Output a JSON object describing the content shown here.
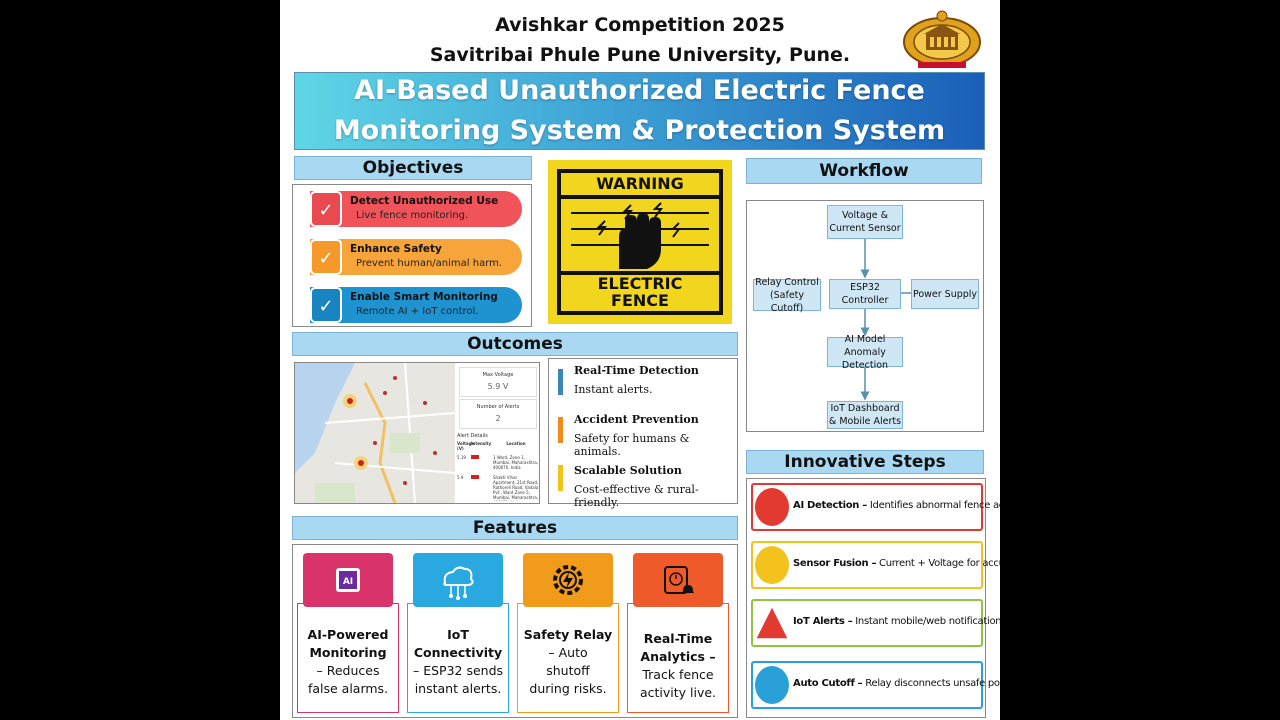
{
  "header": {
    "line1": "Avishkar Competition 2025",
    "line2": "Savitribai Phule Pune University, Pune."
  },
  "logo_icon": "university-seal-icon",
  "title": {
    "line1": "AI-Based Unauthorized Electric Fence",
    "line2": "Monitoring System & Protection System"
  },
  "objectives": {
    "heading": "Objectives",
    "items": [
      {
        "title": "Detect Unauthorized Use",
        "subtitle": "Live fence monitoring.",
        "color": "#f0545a",
        "check_color": "#e84a50"
      },
      {
        "title": "Enhance Safety",
        "subtitle": "Prevent human/animal harm.",
        "color": "#f7a43a",
        "check_color": "#f59a2a"
      },
      {
        "title": "Enable Smart Monitoring",
        "subtitle": "Remote AI + IoT control.",
        "color": "#1e93cf",
        "check_color": "#1884c0"
      }
    ]
  },
  "warning_sign": {
    "top": "WARNING",
    "bottom1": "ELECTRIC",
    "bottom2": "FENCE",
    "bg": "#f2d61e"
  },
  "workflow": {
    "heading": "Workflow",
    "nodes": {
      "sensor": "Voltage & Current Sensor",
      "controller": "ESP32 Controller",
      "relay": "Relay Control (Safety Cutoff)",
      "power": "Power Supply",
      "ai": "AI Model Anomaly Detection",
      "dashboard": "IoT Dashboard & Mobile Alerts"
    }
  },
  "outcomes": {
    "heading": "Outcomes",
    "dashboard": {
      "max_voltage_label": "Max Voltage",
      "max_voltage_value": "5.9 V",
      "alerts_label": "Number of Alerts",
      "alerts_value": "2",
      "details_label": "Alert Details",
      "col_voltage": "Voltage (V)",
      "col_intensity": "Intensity",
      "col_location": "Location",
      "rows": [
        {
          "voltage": "5.19",
          "location": "1 Ward, Zone 1, Mumbai, Maharashtra, 400070, India"
        },
        {
          "voltage": "5.9",
          "location": "Shakti Vihar Apartment, 21st Road, Rathoreli Road, Vadala Pvt., Ward Zone 5, Mumbai, Maharashtra, 400031, India"
        }
      ]
    },
    "items": [
      {
        "title": "Real-Time Detection",
        "subtitle": "Instant alerts.",
        "color": "#3a86b5"
      },
      {
        "title": "Accident Prevention",
        "subtitle": "Safety for humans & animals.",
        "color": "#f08a1c"
      },
      {
        "title": "Scalable Solution",
        "subtitle": "Cost-effective & rural-friendly.",
        "color": "#f2c318"
      }
    ]
  },
  "features": {
    "heading": "Features",
    "cards": [
      {
        "icon": "ai-chip-icon",
        "line1": "AI-Powered",
        "line2": "Monitoring",
        "line3": "– Reduces",
        "line4": "false alarms.",
        "color": "#d8336a"
      },
      {
        "icon": "cloud-network-icon",
        "line1": "IoT",
        "line2": "Connectivity",
        "line3": "– ESP32 sends",
        "line4": "instant alerts.",
        "color": "#2aa8e0"
      },
      {
        "icon": "gear-bolt-icon",
        "line1": "Safety Relay",
        "line2": "– Auto",
        "line3": "shutoff",
        "line4": "during risks.",
        "color": "#f29b1a"
      },
      {
        "icon": "timer-bell-icon",
        "line1": "Real-Time",
        "line2": "Analytics –",
        "line3": "Track fence",
        "line4": "activity live.",
        "color": "#ef5a2a"
      }
    ]
  },
  "innovative": {
    "heading": "Innovative Steps",
    "items": [
      {
        "term": "AI Detection –",
        "desc": "Identifies abnormal fence activity.",
        "color": "#e23a30",
        "icon": "ai-head-icon"
      },
      {
        "term": "Sensor Fusion –",
        "desc": "Current + Voltage for accuracy.",
        "color": "#f3c21c",
        "icon": "sensor-icon"
      },
      {
        "term": "IoT Alerts –",
        "desc": "Instant mobile/web notifications.",
        "color": "#8fc43e",
        "icon": "alert-triangle-icon"
      },
      {
        "term": "Auto Cutoff –",
        "desc": "Relay disconnects unsafe power.",
        "color": "#2aa0d8",
        "icon": "plug-icon"
      }
    ]
  }
}
